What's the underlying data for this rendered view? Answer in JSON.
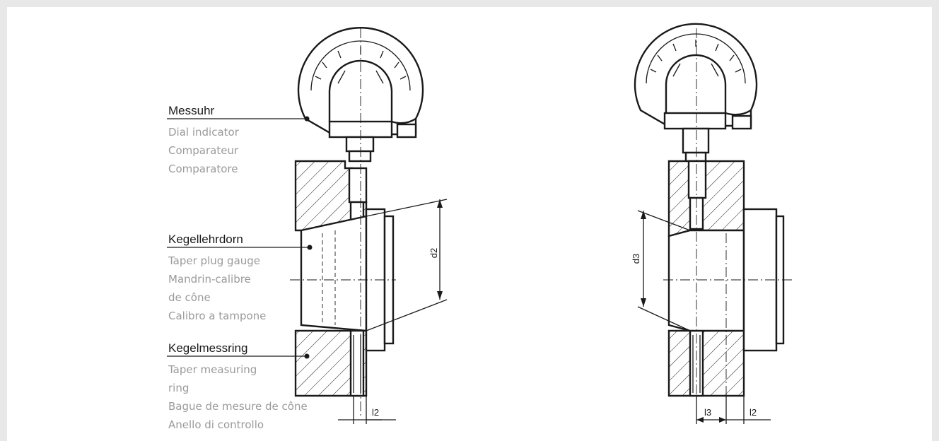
{
  "labels": {
    "messuhr": {
      "title": "Messuhr",
      "lines": [
        "Dial indicator",
        "Comparateur",
        "Comparatore"
      ]
    },
    "kegellehrdorn": {
      "title": "Kegellehrdorn",
      "lines": [
        "Taper plug gauge",
        "Mandrin-calibre",
        "de cône",
        "Calibro a tampone"
      ]
    },
    "kegelmessring": {
      "title": "Kegelmessring",
      "lines": [
        "Taper measuring",
        "ring",
        "Bague de mesure de cône",
        "Anello di controllo"
      ]
    }
  },
  "dimensions": {
    "left": {
      "d": "d2",
      "l": "l2"
    },
    "right": {
      "d": "d3",
      "l3": "l3",
      "l2": "l2"
    }
  }
}
